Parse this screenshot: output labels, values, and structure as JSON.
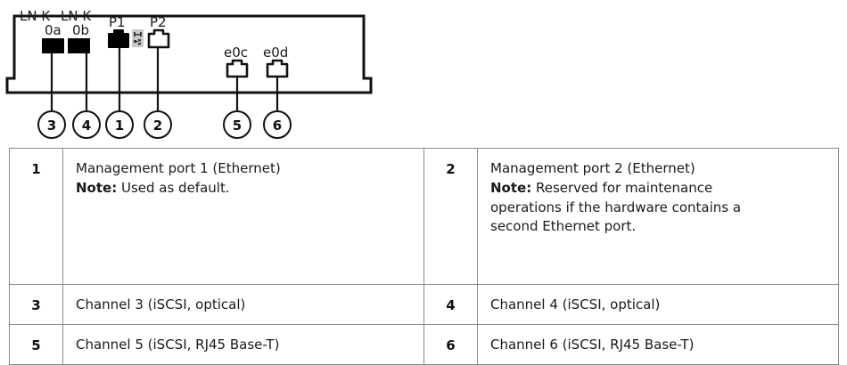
{
  "diagram": {
    "title_labels": {
      "link_act_1": "LN K",
      "link_act_2": "LN K",
      "port_0a": "0a",
      "port_0b": "0b",
      "port_p1": "P1",
      "port_p2": "P2",
      "port_e0c": "e0c",
      "port_e0d": "e0d"
    },
    "callouts": [
      {
        "number": "3",
        "target": "port_0a"
      },
      {
        "number": "4",
        "target": "port_0b"
      },
      {
        "number": "1",
        "target": "port_p1"
      },
      {
        "number": "2",
        "target": "port_p2"
      },
      {
        "number": "5",
        "target": "port_e0c"
      },
      {
        "number": "6",
        "target": "port_e0d"
      }
    ],
    "colors": {
      "outline": "#111111",
      "port_fill_active": "#000000",
      "port_fill_empty": "#ffffff",
      "badge_grey": "#c9c9c9"
    }
  },
  "legend": {
    "rows": [
      {
        "left": {
          "number": "1",
          "line1": "Management port 1 (Ethernet)",
          "note_label": "Note:",
          "note_text": " Used as default.",
          "line3": "",
          "line4": ""
        },
        "right": {
          "number": "2",
          "line1": "Management port 2 (Ethernet)",
          "note_label": "Note:",
          "note_text": " Reserved for maintenance",
          "line3": "operations if the hardware contains a",
          "line4": "second Ethernet port."
        },
        "tall": true
      },
      {
        "left": {
          "number": "3",
          "line1": "Channel 3 (iSCSI, optical)",
          "note_label": "",
          "note_text": "",
          "line3": "",
          "line4": ""
        },
        "right": {
          "number": "4",
          "line1": "Channel 4 (iSCSI, optical)",
          "note_label": "",
          "note_text": "",
          "line3": "",
          "line4": ""
        },
        "tall": false
      },
      {
        "left": {
          "number": "5",
          "line1": "Channel 5 (iSCSI, RJ45 Base-T)",
          "note_label": "",
          "note_text": "",
          "line3": "",
          "line4": ""
        },
        "right": {
          "number": "6",
          "line1": "Channel 6 (iSCSI, RJ45 Base-T)",
          "note_label": "",
          "note_text": "",
          "line3": "",
          "line4": ""
        },
        "tall": false
      }
    ]
  }
}
